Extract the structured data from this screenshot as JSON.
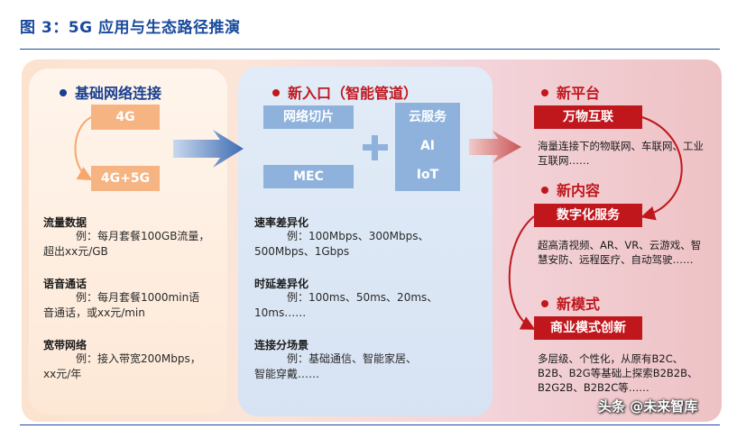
{
  "title": "图 3：5G 应用与生态路径推演",
  "sections": {
    "left": {
      "heading": "基础网络连接",
      "nodes": [
        "4G",
        "4G+5G"
      ],
      "items": [
        {
          "title": "流量数据",
          "body_line1": "例：每月套餐100GB流量，",
          "body_line2": "超出xx元/GB"
        },
        {
          "title": "语音通话",
          "body_line1": "例：每月套餐1000min语",
          "body_line2": "音通话，或xx元/min"
        },
        {
          "title": "宽带网络",
          "body_line1": "例：接入带宽200Mbps，",
          "body_line2": "xx元/年"
        }
      ]
    },
    "middle": {
      "heading": "新入口（智能管道）",
      "slice": "网络切片",
      "mec": "MEC",
      "cloud": [
        "云服务",
        "AI",
        "IoT"
      ],
      "items": [
        {
          "title": "速率差异化",
          "body_line1": "例：100Mbps、300Mbps、",
          "body_line2": "500Mbps、1Gbps"
        },
        {
          "title": "时延差异化",
          "body_line1": "例：100ms、50ms、20ms、",
          "body_line2": "10ms……"
        },
        {
          "title": "连接分场景",
          "body_line1": "例：基础通信、智能家居、",
          "body_line2": "智能穿戴……"
        }
      ]
    },
    "right": {
      "platform_heading": "新平台",
      "platform_label": "万物互联",
      "platform_desc": "海量连接下的物联网、车联网、工业互联网……",
      "content_heading": "新内容",
      "content_label": "数字化服务",
      "content_desc": "超高清视频、AR、VR、云游戏、智慧安防、远程医疗、自动驾驶……",
      "model_heading": "新模式",
      "model_label": "商业模式创新",
      "model_desc": "多层级、个性化，从原有B2C、B2B、B2G等基础上探索B2B2B、B2G2B、B2B2C等……"
    }
  },
  "watermark": "头条 @未来智库",
  "colors": {
    "title_blue": "#1a4a9c",
    "accent_red": "#c0171d",
    "orange": "#f7b483",
    "light_blue": "#8fb2dd"
  }
}
